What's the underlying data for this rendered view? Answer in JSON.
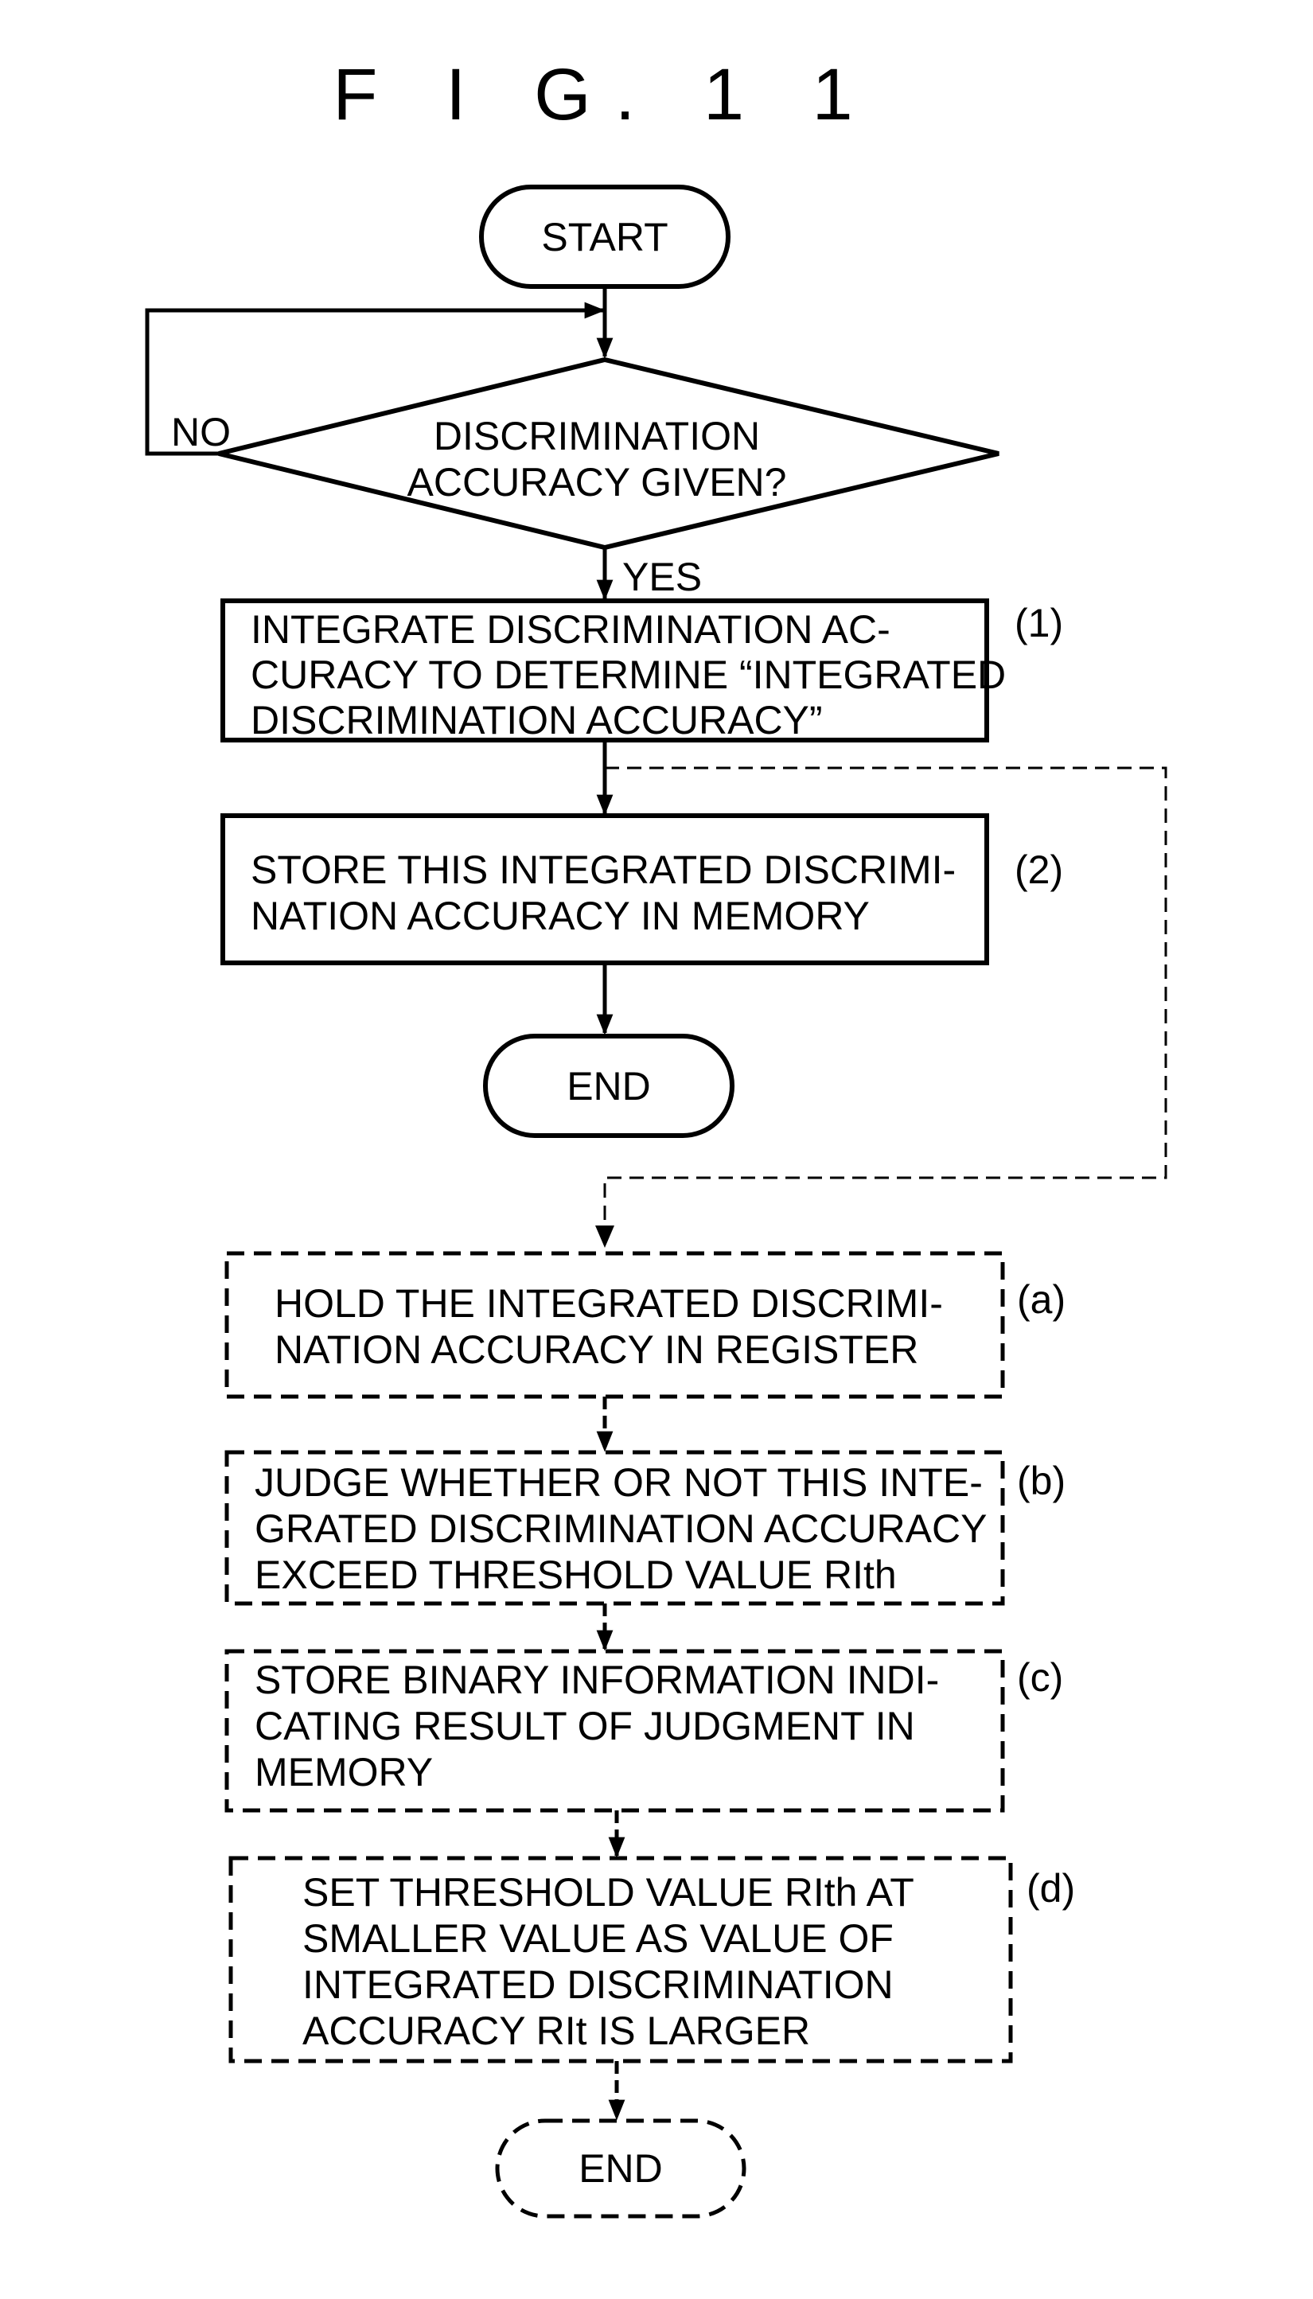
{
  "figure_title": "F I G. 1 1",
  "nodes": {
    "start": "START",
    "decision": [
      "DISCRIMINATION",
      "ACCURACY GIVEN?"
    ],
    "step1": [
      "INTEGRATE DISCRIMINATION AC-",
      "CURACY TO DETERMINE “INTEGRATED",
      "DISCRIMINATION ACCURACY”"
    ],
    "step2": [
      "STORE THIS INTEGRATED DISCRIMI-",
      "NATION ACCURACY IN MEMORY"
    ],
    "end1": "END",
    "stepA": [
      "HOLD THE INTEGRATED DISCRIMI-",
      "NATION ACCURACY IN REGISTER"
    ],
    "stepB": [
      "JUDGE WHETHER OR NOT THIS INTE-",
      "GRATED DISCRIMINATION ACCURACY",
      "EXCEED THRESHOLD VALUE RIth"
    ],
    "stepC": [
      "STORE BINARY INFORMATION INDI-",
      "CATING RESULT OF JUDGMENT IN",
      "MEMORY"
    ],
    "stepD": [
      "SET THRESHOLD VALUE RIth AT",
      "SMALLER VALUE AS VALUE OF",
      "INTEGRATED DISCRIMINATION",
      "ACCURACY RIt IS LARGER"
    ],
    "end2": "END"
  },
  "edge_labels": {
    "no": "NO",
    "yes": "YES"
  },
  "step_labels": {
    "s1": "(1)",
    "s2": "(2)",
    "a": "(a)",
    "b": "(b)",
    "c": "(c)",
    "d": "(d)"
  }
}
